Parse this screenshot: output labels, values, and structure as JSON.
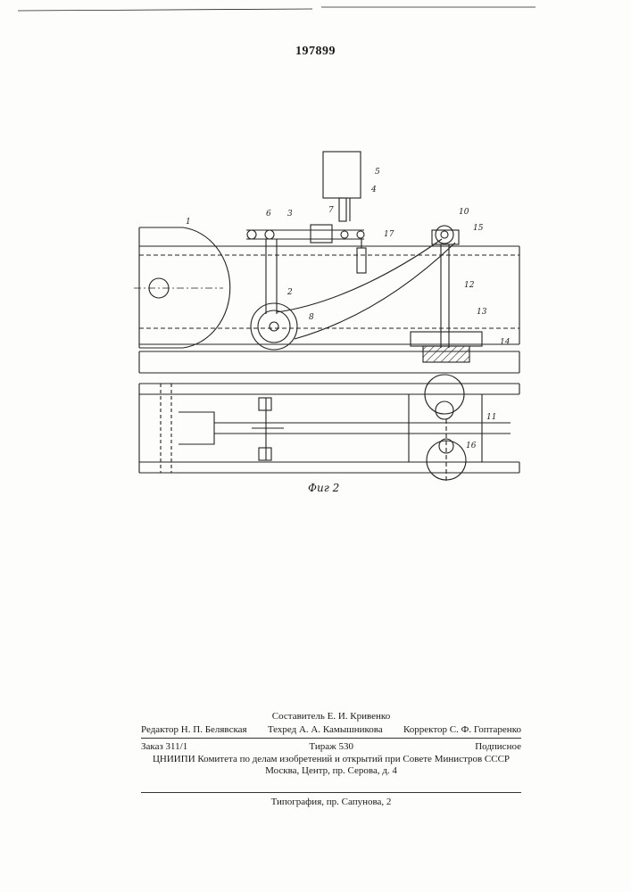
{
  "patent_number": "197899",
  "figure_caption": "Фиг 2",
  "part_labels": [
    "1",
    "2",
    "3",
    "4",
    "5",
    "6",
    "7",
    "8",
    "10",
    "11",
    "12",
    "13",
    "14",
    "15",
    "16",
    "17"
  ],
  "imprint": {
    "compiler": "Составитель Е. И. Кривенко",
    "editor": "Редактор Н. П. Белявская",
    "tech_editor": "Техред А. А. Камышникова",
    "corrector": "Корректор С. Ф. Гоптаренко",
    "order": "Заказ 311/1",
    "circulation": "Тираж 530",
    "subscription": "Подписное",
    "org_line1": "ЦНИИПИ Комитета по делам изобретений и открытий при Совете Министров СССР",
    "org_line2": "Москва, Центр, пр. Серова, д. 4",
    "printing_house": "Типография, пр. Сапунова, 2"
  }
}
